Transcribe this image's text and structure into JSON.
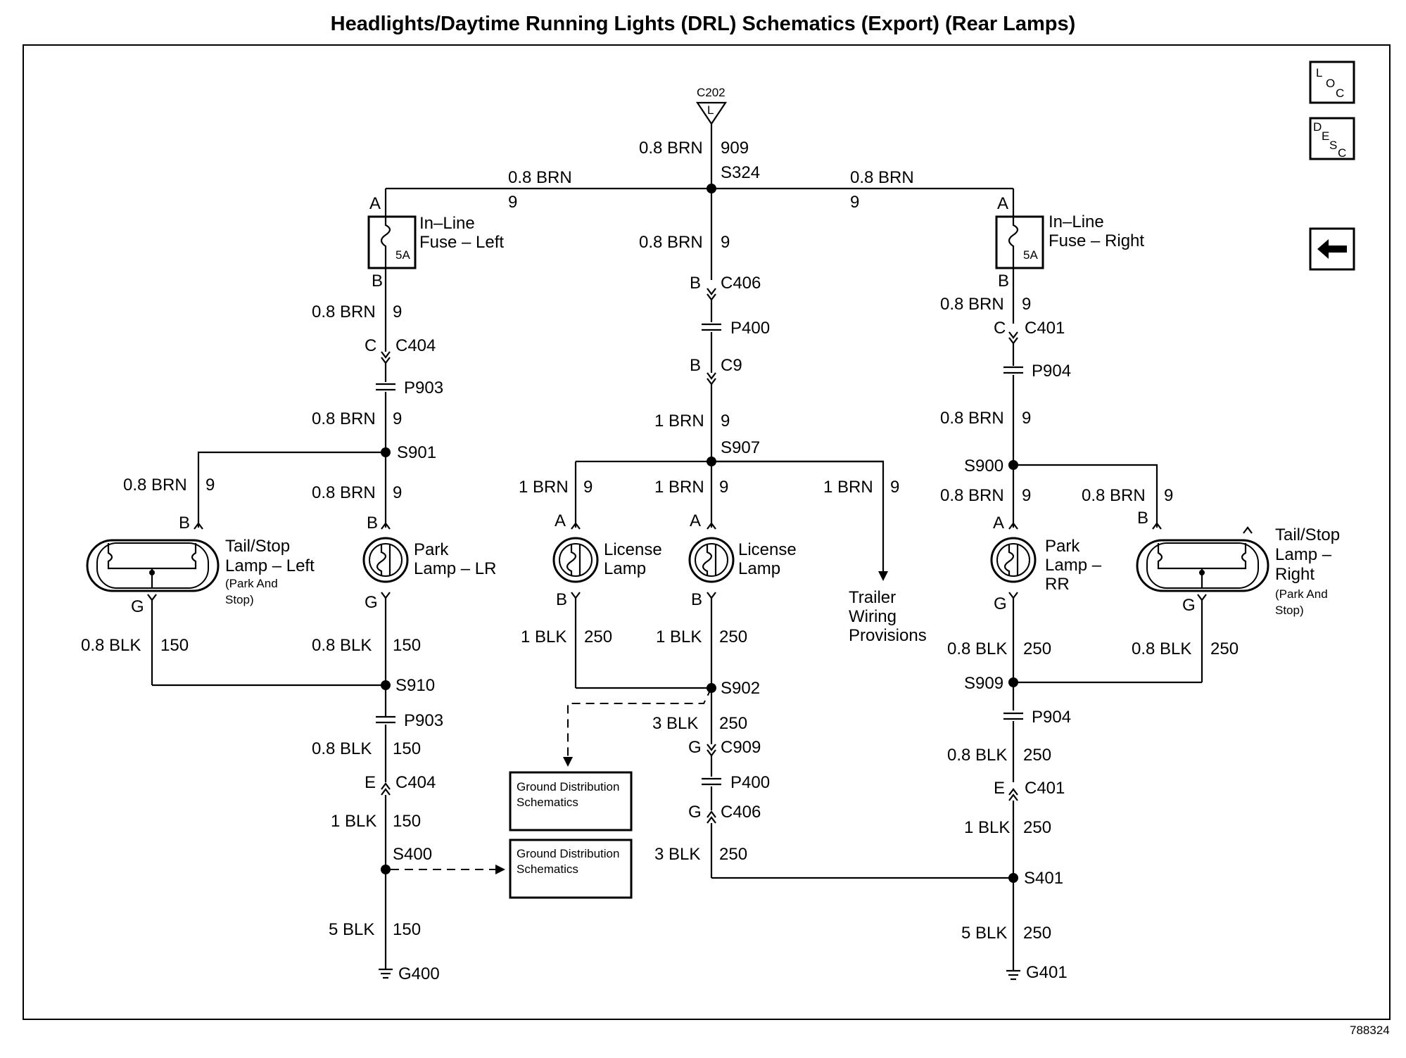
{
  "title": "Headlights/Daytime Running Lights (DRL) Schematics (Export) (Rear Lamps)",
  "figure_number": "788324",
  "nav": {
    "loc": {
      "l1": "L",
      "l2": "O",
      "l3": "C"
    },
    "desc": {
      "l1": "D",
      "l2": "E",
      "l3": "S",
      "l4": "C"
    }
  },
  "source": {
    "connector": "C202",
    "pin": "L"
  },
  "labels": {
    "w_0_8_brn": "0.8 BRN",
    "w_1_brn": "1 BRN",
    "w_0_8_blk": "0.8 BLK",
    "w_1_blk": "1 BLK",
    "w_3_blk": "3 BLK",
    "w_5_blk": "5 BLK",
    "c909": "909",
    "c9": "9",
    "c150": "150",
    "c250": "250",
    "pin_a": "A",
    "pin_b": "B",
    "pin_c": "C",
    "pin_e": "E",
    "pin_g": "G",
    "fuse_rating": "5A",
    "splices": {
      "s324": "S324",
      "s901": "S901",
      "s907": "S907",
      "s900": "S900",
      "s910": "S910",
      "s902": "S902",
      "s909": "S909",
      "s400": "S400",
      "s401": "S401"
    },
    "connectors": {
      "c404": "C404",
      "c406": "C406",
      "c401": "C401",
      "c9": "C9",
      "c909": "C909",
      "p903": "P903",
      "p400": "P400",
      "p904": "P904"
    },
    "grounds": {
      "g400": "G400",
      "g401": "G401"
    },
    "components": {
      "fuse_left_1": "In–Line",
      "fuse_left_2": "Fuse – Left",
      "fuse_right_1": "In–Line",
      "fuse_right_2": "Fuse – Right",
      "tail_left_1": "Tail/Stop",
      "tail_left_2": "Lamp – Left",
      "tail_left_3": "(Park And",
      "tail_left_4": "Stop)",
      "park_lr_1": "Park",
      "park_lr_2": "Lamp – LR",
      "license_1": "License",
      "license_2": "Lamp",
      "trailer_1": "Trailer",
      "trailer_2": "Wiring",
      "trailer_3": "Provisions",
      "park_rr_1": "Park",
      "park_rr_2": "Lamp –",
      "park_rr_3": "RR",
      "tail_right_1": "Tail/Stop",
      "tail_right_2": "Lamp –",
      "tail_right_3": "Right",
      "tail_right_4": "(Park And",
      "tail_right_5": "Stop)"
    },
    "ground_dist_1": "Ground Distribution",
    "ground_dist_2": "Schematics"
  }
}
